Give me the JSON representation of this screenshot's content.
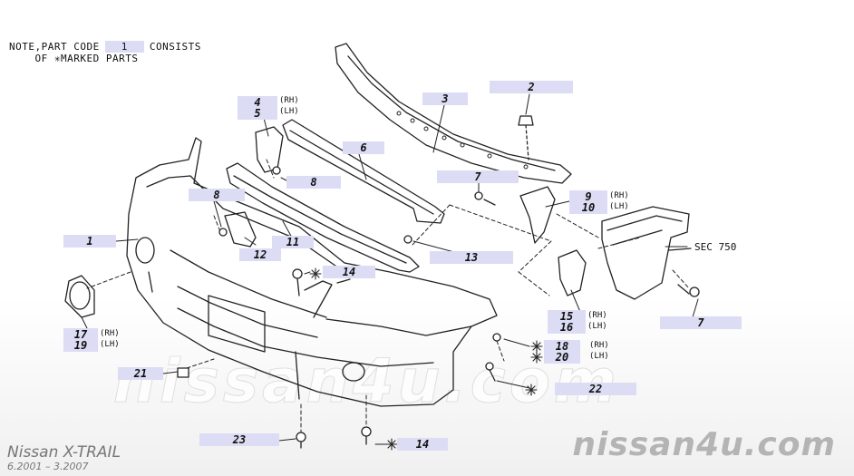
{
  "note": {
    "line1_pre": "NOTE,PART CODE",
    "part_code": "1",
    "line1_post": "CONSISTS",
    "line2": "OF ✳MARKED PARTS"
  },
  "callouts": [
    {
      "id": "c1",
      "num": "1"
    },
    {
      "id": "c2",
      "num": "2"
    },
    {
      "id": "c3",
      "num": "3"
    },
    {
      "id": "c4",
      "num": "4",
      "side": "(RH)"
    },
    {
      "id": "c5",
      "num": "5",
      "side": "(LH)"
    },
    {
      "id": "c6",
      "num": "6"
    },
    {
      "id": "c7a",
      "num": "7"
    },
    {
      "id": "c7b",
      "num": "7"
    },
    {
      "id": "c8a",
      "num": "8"
    },
    {
      "id": "c8b",
      "num": "8"
    },
    {
      "id": "c9",
      "num": "9",
      "side": "(RH)"
    },
    {
      "id": "c10",
      "num": "10",
      "side": "(LH)"
    },
    {
      "id": "c11",
      "num": "11"
    },
    {
      "id": "c12",
      "num": "12"
    },
    {
      "id": "c13",
      "num": "13"
    },
    {
      "id": "c14a",
      "num": "14"
    },
    {
      "id": "c14b",
      "num": "14"
    },
    {
      "id": "c15",
      "num": "15",
      "side": "(RH)"
    },
    {
      "id": "c16",
      "num": "16",
      "side": "(LH)"
    },
    {
      "id": "c17",
      "num": "17",
      "side": "(RH)"
    },
    {
      "id": "c18",
      "num": "18",
      "side": "(RH)"
    },
    {
      "id": "c19",
      "num": "19",
      "side": "(LH)"
    },
    {
      "id": "c20",
      "num": "20",
      "side": "(LH)"
    },
    {
      "id": "c21",
      "num": "21"
    },
    {
      "id": "c22",
      "num": "22"
    },
    {
      "id": "c23",
      "num": "23"
    }
  ],
  "sec_label": "SEC 750",
  "vehicle": "Nissan X-TRAIL",
  "date_range": "6.2001 – 3.2007",
  "watermark": "nissan4u.com",
  "colors": {
    "chip": "#dcdcf4",
    "line": "#222222",
    "watermark": "#b4b4b4"
  }
}
